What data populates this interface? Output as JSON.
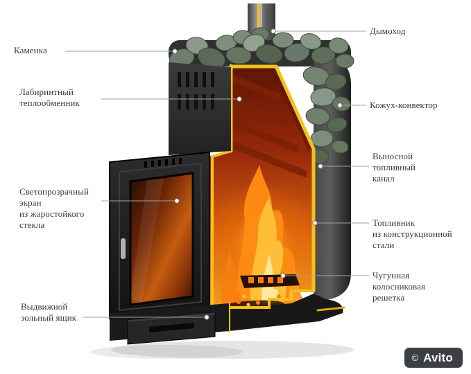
{
  "diagram": {
    "labels_left": [
      {
        "text": "Каменка"
      },
      {
        "text": "Лабиринтный\nтеплообменник"
      },
      {
        "text": "Светопрозрачный\nэкран\nиз жаростойкого\nстекла"
      },
      {
        "text": "Выдвижной\nзольный ящик"
      }
    ],
    "labels_right": [
      {
        "text": "Дымоход"
      },
      {
        "text": "Кожух-конвектор"
      },
      {
        "text": "Выносной\nтопливный\nканал"
      },
      {
        "text": "Топливник\nиз конструкционной\nстали"
      },
      {
        "text": "Чугунная\nколосниковая\nрешетка"
      }
    ],
    "colors": {
      "cut_edge_yellow": "#f2c21c",
      "flame_orange": "#ff8c12",
      "stone_green_gray": "#74846f",
      "body_dark": "#2e2e2e",
      "leader_line_gray": "#a0a0a0",
      "label_text": "#3b3b3b"
    }
  },
  "watermark": {
    "copyright": "©",
    "brand": "Avito"
  }
}
